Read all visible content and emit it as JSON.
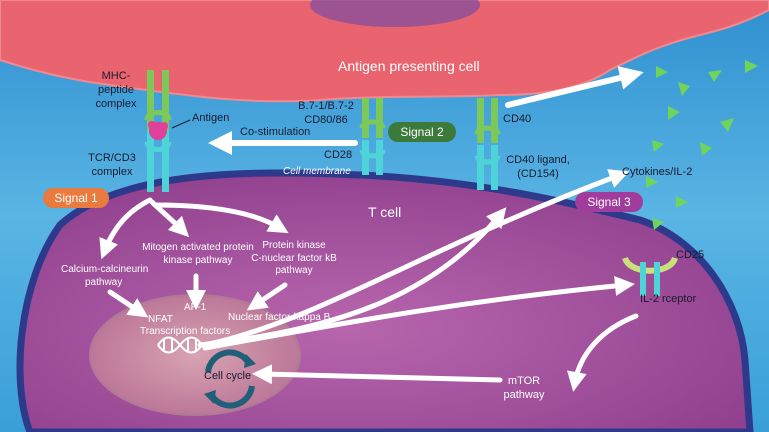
{
  "labels": {
    "apc": "Antigen presenting cell",
    "mhc": [
      "MHC-",
      "peptide",
      "complex"
    ],
    "antigen": "Antigen",
    "tcr": [
      "TCR/CD3",
      "complex"
    ],
    "b7": [
      "B.7-1/B.7-2",
      "CD80/86"
    ],
    "costim": "Co-stimulation",
    "cd28": "CD28",
    "cell_membrane": "Cell membrane",
    "cd40": "CD40",
    "cd40l": [
      "CD40 ligand,",
      "(CD154)"
    ],
    "cytokines": "Cytokines/IL-2",
    "tcell": "T cell",
    "mapk": [
      "Mitogen activated protein",
      "kinase pathway"
    ],
    "pkc": [
      "Protein kinase",
      "C-nuclear factor kB",
      "pathway"
    ],
    "calc": [
      "Calcium-calcineurin",
      "pathway"
    ],
    "nfat": "NFAT",
    "tf": "Transcription factors",
    "ap1": "AP-1",
    "nfkb": "Nuclear factor-kappa B",
    "cd25": "CD25",
    "il2r": "IL-2 rceptor",
    "mtor": [
      "mTOR",
      "pathway"
    ],
    "cell_cycle": "Cell cycle"
  },
  "signals": {
    "signal1": "Signal 1",
    "signal2": "Signal 2",
    "signal3": "Signal 3"
  },
  "colors": {
    "background": "#4aa8dc",
    "apc": "#e9646e",
    "tcell": "#a64f9c",
    "tcell_border": "#2d3a8c",
    "nucleus": "#c98a9e",
    "receptor_green": "#7cc858",
    "receptor_cyan": "#4ed3d8",
    "signal1": "#ea7b3e",
    "signal2": "#3c7a3c",
    "signal3": "#a03d9c",
    "cytokine": "#6fd45c"
  }
}
